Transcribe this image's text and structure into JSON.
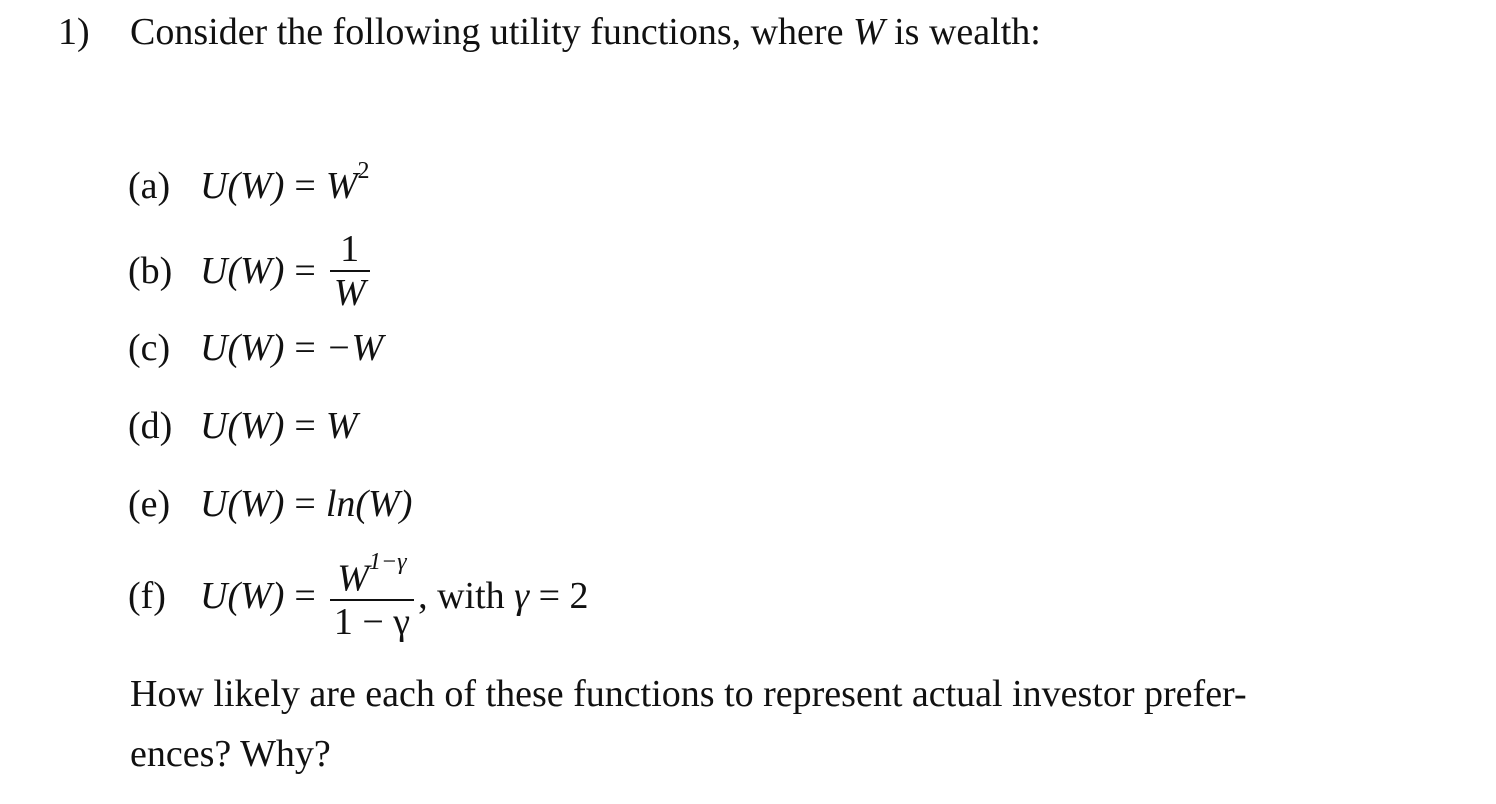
{
  "question": {
    "number": "1)",
    "stem_before": "Consider the following utility functions, where ",
    "stem_var": "W",
    "stem_after": " is wealth:"
  },
  "items": [
    {
      "label": "(a)",
      "lhs": "U(W)",
      "eq": "=",
      "rhs": "W",
      "rhs_sup": "2"
    },
    {
      "label": "(b)",
      "lhs": "U(W)",
      "eq": "=",
      "frac_num": "1",
      "frac_den": "W"
    },
    {
      "label": "(c)",
      "lhs": "U(W)",
      "eq": "=",
      "rhs": "−W"
    },
    {
      "label": "(d)",
      "lhs": "U(W)",
      "eq": "=",
      "rhs": "W"
    },
    {
      "label": "(e)",
      "lhs": "U(W)",
      "eq": "=",
      "rhs": "ln(W)"
    },
    {
      "label": "(f)",
      "lhs": "U(W)",
      "eq": "=",
      "frac_num": "W",
      "frac_num_sup": "1−γ",
      "frac_den": "1 − γ",
      "trail_text": ", with ",
      "trail_var": "γ",
      "trail_rest": " = 2"
    }
  ],
  "closing": {
    "line1": "How likely are each of these functions to represent actual investor prefer-",
    "line2": "ences? Why?"
  }
}
